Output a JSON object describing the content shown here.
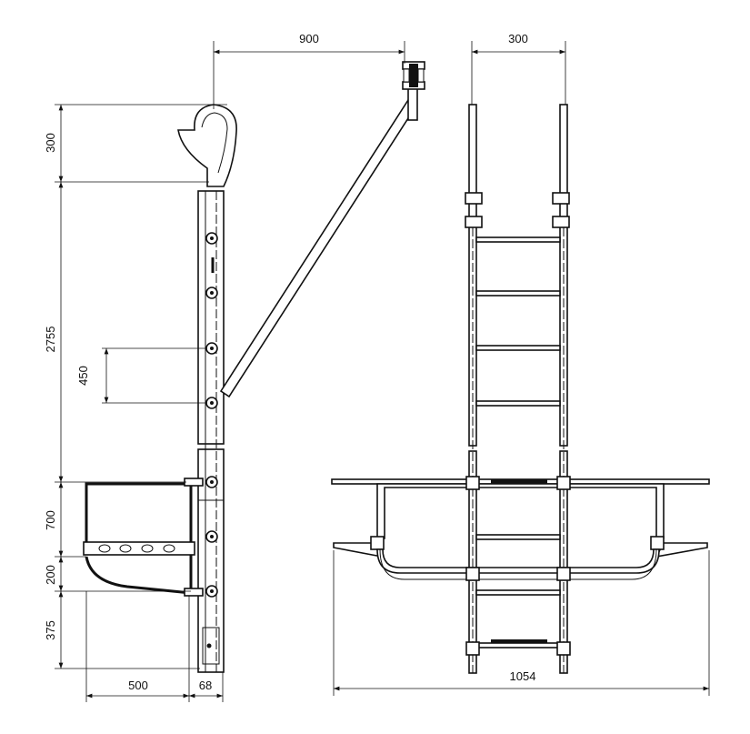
{
  "drawing": {
    "side_view": {
      "dimensions": {
        "strut_reach": "900",
        "hook_height": "300",
        "ladder_height": "2755",
        "bracket_spacing": "450",
        "cage_height": "700",
        "cage_step": "200",
        "bottom_height": "375",
        "cage_depth": "500",
        "rail_depth": "68"
      }
    },
    "front_view": {
      "dimensions": {
        "ladder_width": "300",
        "platform_width": "1054"
      }
    }
  }
}
